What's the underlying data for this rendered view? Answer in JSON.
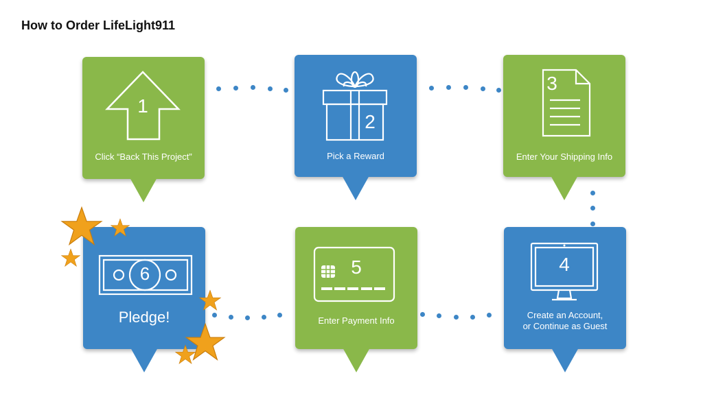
{
  "title": "How to Order LifeLight911",
  "steps": [
    {
      "number": "1",
      "label": "Click “Back This Project”",
      "color": "#8ab84a",
      "icon": "up-arrow-icon"
    },
    {
      "number": "2",
      "label": "Pick a Reward",
      "color": "#3d86c6",
      "icon": "gift-icon"
    },
    {
      "number": "3",
      "label": "Enter Your Shipping Info",
      "color": "#8ab84a",
      "icon": "document-icon"
    },
    {
      "number": "4",
      "label": "Create an Account, or Continue as Guest",
      "label_line1": "Create an Account,",
      "label_line2": "or Continue as Guest",
      "color": "#3d86c6",
      "icon": "monitor-icon"
    },
    {
      "number": "5",
      "label": "Enter Payment Info",
      "color": "#8ab84a",
      "icon": "credit-card-icon"
    },
    {
      "number": "6",
      "label": "Pledge!",
      "color": "#3d86c6",
      "icon": "banknote-icon"
    }
  ],
  "colors": {
    "green": "#8ab84a",
    "blue": "#3d86c6",
    "star": "#f0a11c",
    "connector": "#3d86c6"
  }
}
